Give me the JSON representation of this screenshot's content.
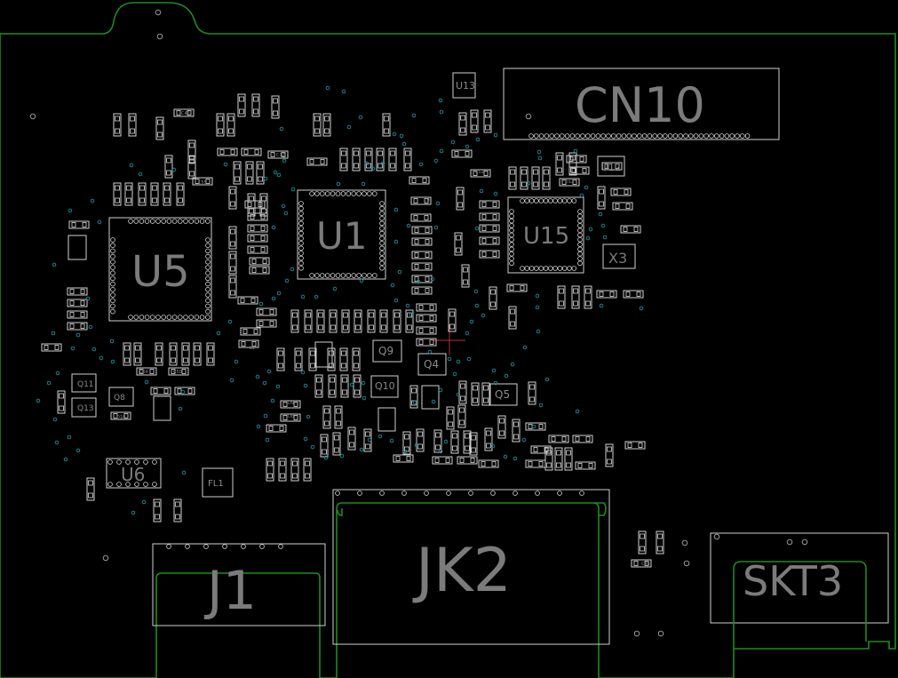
{
  "labels": {
    "CN10": "CN10",
    "U5": "U5",
    "U1": "U1",
    "U15": "U15",
    "JK2": "JK2",
    "J1": "J1",
    "SKT3": "SKT3",
    "U6": "U6",
    "X3": "X3",
    "U12": "U12",
    "U13": "U13",
    "Q9": "Q9",
    "Q4": "Q4",
    "Q10": "Q10",
    "Q5": "Q5",
    "Q11": "Q11",
    "Q13": "Q13",
    "Q8": "Q8",
    "FL1": "FL1",
    "C46": "C46",
    "C55": "C55",
    "C12": "C12",
    "C9": "C9",
    "C52": "C52",
    "D12": "D12",
    "C54": "C54",
    "C50": "C50",
    "D9": "D9",
    "D8": "D8",
    "D10": "D10",
    "L1": "L1",
    "C45": "C45"
  },
  "colors": {
    "background": "#000000",
    "board_outline": "#1f8a1f",
    "silkscreen": "#cfcfcf",
    "via": "#1d8f9a",
    "label": "#7b7b7b"
  }
}
